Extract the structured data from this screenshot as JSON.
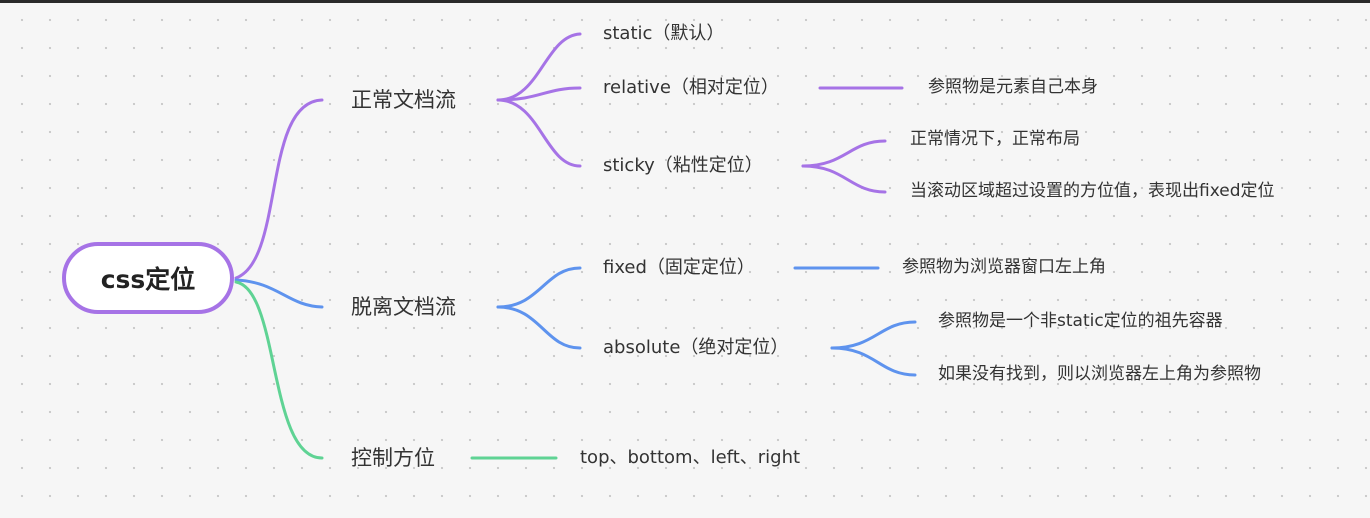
{
  "colors": {
    "purple": "#a673e6",
    "blue": "#5e93ee",
    "green": "#5fd394"
  },
  "root": {
    "label": "css定位"
  },
  "normal_flow": {
    "label": "正常文档流",
    "static": {
      "label": "static（默认）"
    },
    "relative": {
      "label": "relative（相对定位）",
      "note": "参照物是元素自己本身"
    },
    "sticky": {
      "label": "sticky（粘性定位）",
      "notes": [
        "正常情况下，正常布局",
        "当滚动区域超过设置的方位值，表现出fixed定位"
      ]
    }
  },
  "out_of_flow": {
    "label": "脱离文档流",
    "fixed": {
      "label": "fixed（固定定位）",
      "note": "参照物为浏览器窗口左上角"
    },
    "absolute": {
      "label": "absolute（绝对定位）",
      "notes": [
        "参照物是一个非static定位的祖先容器",
        "如果没有找到，则以浏览器左上角为参照物"
      ]
    }
  },
  "control": {
    "label": "控制方位",
    "note": "top、bottom、left、right"
  }
}
